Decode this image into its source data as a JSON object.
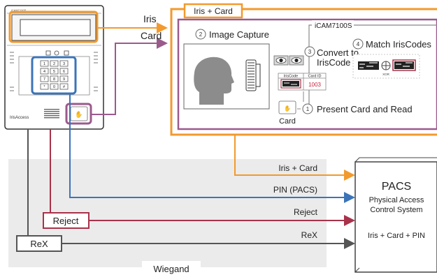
{
  "device": {
    "brand": "IrisAccess",
    "model_tag": "iCAM7100S"
  },
  "top_labels": {
    "iris": "Iris",
    "card": "Card"
  },
  "iris_card_box": {
    "title": "Iris + Card"
  },
  "icam_box": {
    "title": "iCAM7100S"
  },
  "steps": [
    {
      "number": "2",
      "label": "Image Capture"
    },
    {
      "number": "3",
      "label_line1": "Convert to",
      "label_line2": "IrisCode"
    },
    {
      "number": "4",
      "label": "Match IrisCodes"
    },
    {
      "number": "1",
      "label": "Present Card and Read"
    }
  ],
  "iriscode_table": {
    "col1": "IrisCode",
    "col2": "Card ID",
    "card_id": "1003"
  },
  "xor_label": "XOR",
  "card_label": "Card",
  "keypad": [
    "1",
    "2",
    "3",
    "4",
    "5",
    "6",
    "7",
    "8",
    "9",
    "*",
    "0",
    "#"
  ],
  "signals": [
    {
      "label": "Iris + Card",
      "color": "#f29a2e"
    },
    {
      "label": "PIN (PACS)",
      "color": "#3b74b9"
    },
    {
      "label": "Reject",
      "color": "#a8324a"
    },
    {
      "label": "ReX",
      "color": "#555555"
    }
  ],
  "boxed_labels": {
    "reject": "Reject",
    "rex": "ReX",
    "wiegand": "Wiegand"
  },
  "pacs": {
    "title": "PACS",
    "subtitle_line1": "Physical Access",
    "subtitle_line2": "Control System",
    "mode": "Iris + Card + PIN"
  },
  "colors": {
    "orange": "#f29a2e",
    "purple": "#9b5a8c",
    "blue": "#3b74b9",
    "red": "#a8324a",
    "dark": "#555555",
    "wiegand_bg": "#ebebeb"
  }
}
